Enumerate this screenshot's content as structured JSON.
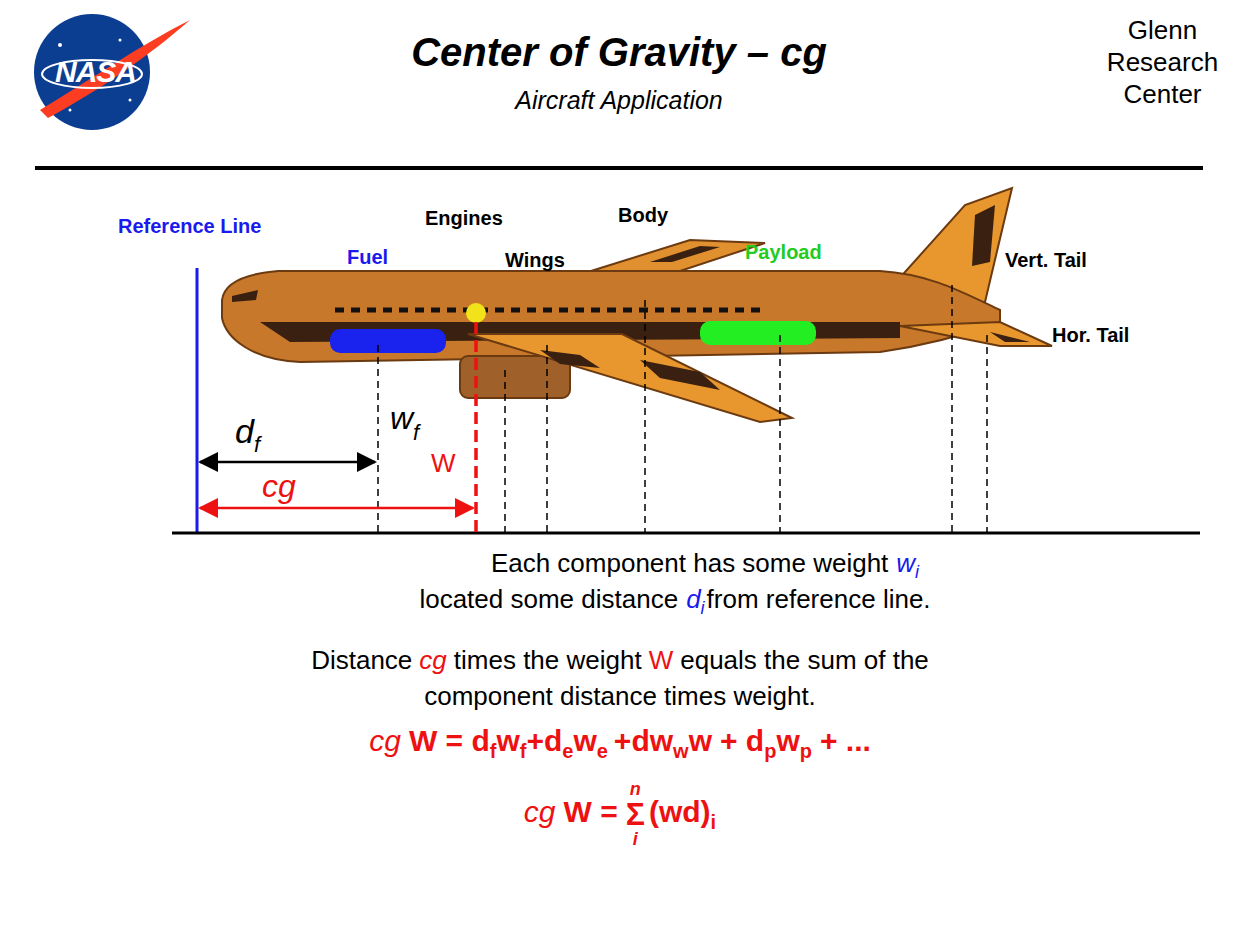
{
  "diagram": {
    "title": "Center of Gravity – cg",
    "labels": [
      "NASA",
      "Glenn Research Center",
      "Aircraft Application",
      "Reference Line",
      "Engines",
      "Body",
      "Fuel",
      "Wings",
      "Payload",
      "Vert. Tail",
      "Hor. Tail",
      "d",
      "f",
      "w",
      "f",
      "W",
      "cg",
      "Each component has some weight",
      "w",
      "i",
      "located some distance",
      "d",
      "i",
      "from reference line.",
      "Distance",
      "cg",
      "times the weight",
      "W",
      "equals the sum of the",
      "component distance times weight.",
      "cg",
      "W = d",
      "f",
      "w",
      "f",
      "+d",
      "e",
      "w",
      "e",
      "+d",
      "w",
      "w",
      "w",
      "+ d",
      "p",
      "w",
      "p",
      "+ ...",
      "cg",
      "W =",
      "n",
      "Σ",
      "i",
      "(wd)",
      "i"
    ]
  }
}
